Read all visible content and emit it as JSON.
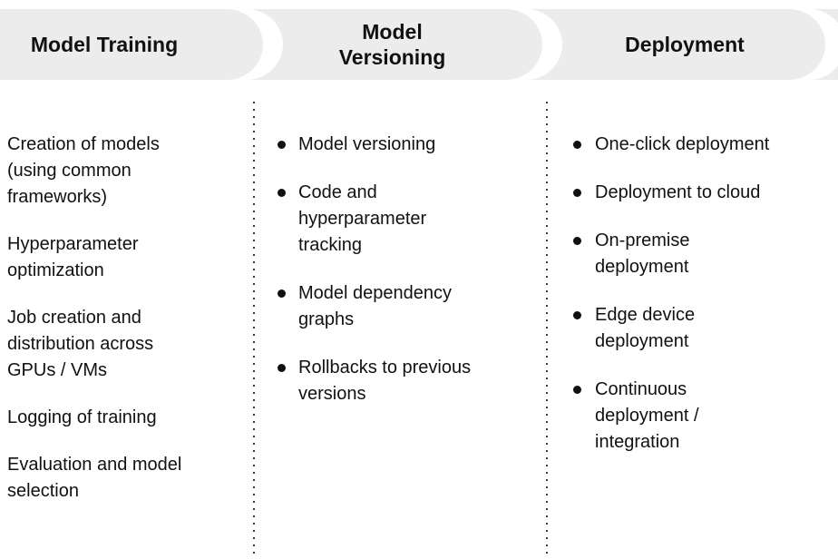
{
  "header": {
    "steps": [
      {
        "label": "Model Training"
      },
      {
        "label": "Model\nVersioning"
      },
      {
        "label": "Deployment"
      }
    ]
  },
  "columns": {
    "training": {
      "items": [
        "Creation of models (using common frameworks)",
        "Hyperparameter optimization",
        "Job creation and distribution across GPUs / VMs",
        "Logging of training",
        "Evaluation and model selection"
      ]
    },
    "versioning": {
      "items": [
        "Model versioning",
        "Code and hyperparameter tracking",
        "Model dependency graphs",
        "Rollbacks to previous versions"
      ]
    },
    "deployment": {
      "items": [
        "One-click deployment",
        "Deployment to cloud",
        "On-premise deployment",
        "Edge device deployment",
        "Continuous deployment / integration"
      ]
    }
  },
  "colors": {
    "band": "#ececec",
    "ink": "#111111",
    "dot": "#3a3a3a",
    "bullet": "#111111"
  }
}
